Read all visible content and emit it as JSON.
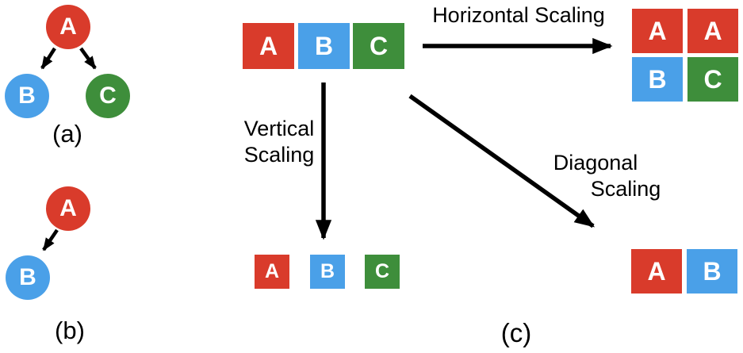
{
  "colors": {
    "A": "#d93b2b",
    "B": "#4aa0e8",
    "C": "#3e8e3b",
    "arrow": "#000000",
    "label_text": "#000000",
    "node_text": "#ffffff"
  },
  "panel_a": {
    "caption": "(a)",
    "nodes": {
      "root": "A",
      "left_child": "B",
      "right_child": "C"
    }
  },
  "panel_b": {
    "caption": "(b)",
    "nodes": {
      "root": "A",
      "child": "B"
    }
  },
  "panel_c": {
    "caption": "(c)",
    "source_row": [
      "A",
      "B",
      "C"
    ],
    "arrows": {
      "horizontal": {
        "label": "Horizontal Scaling"
      },
      "vertical": {
        "label_line1": "Vertical",
        "label_line2": "Scaling"
      },
      "diagonal": {
        "label_line1": "Diagonal",
        "label_line2": "Scaling"
      }
    },
    "horizontal_result": [
      [
        "A",
        "A"
      ],
      [
        "B",
        "C"
      ]
    ],
    "vertical_result": [
      "A",
      "B",
      "C"
    ],
    "diagonal_result": [
      "A",
      "B"
    ]
  }
}
